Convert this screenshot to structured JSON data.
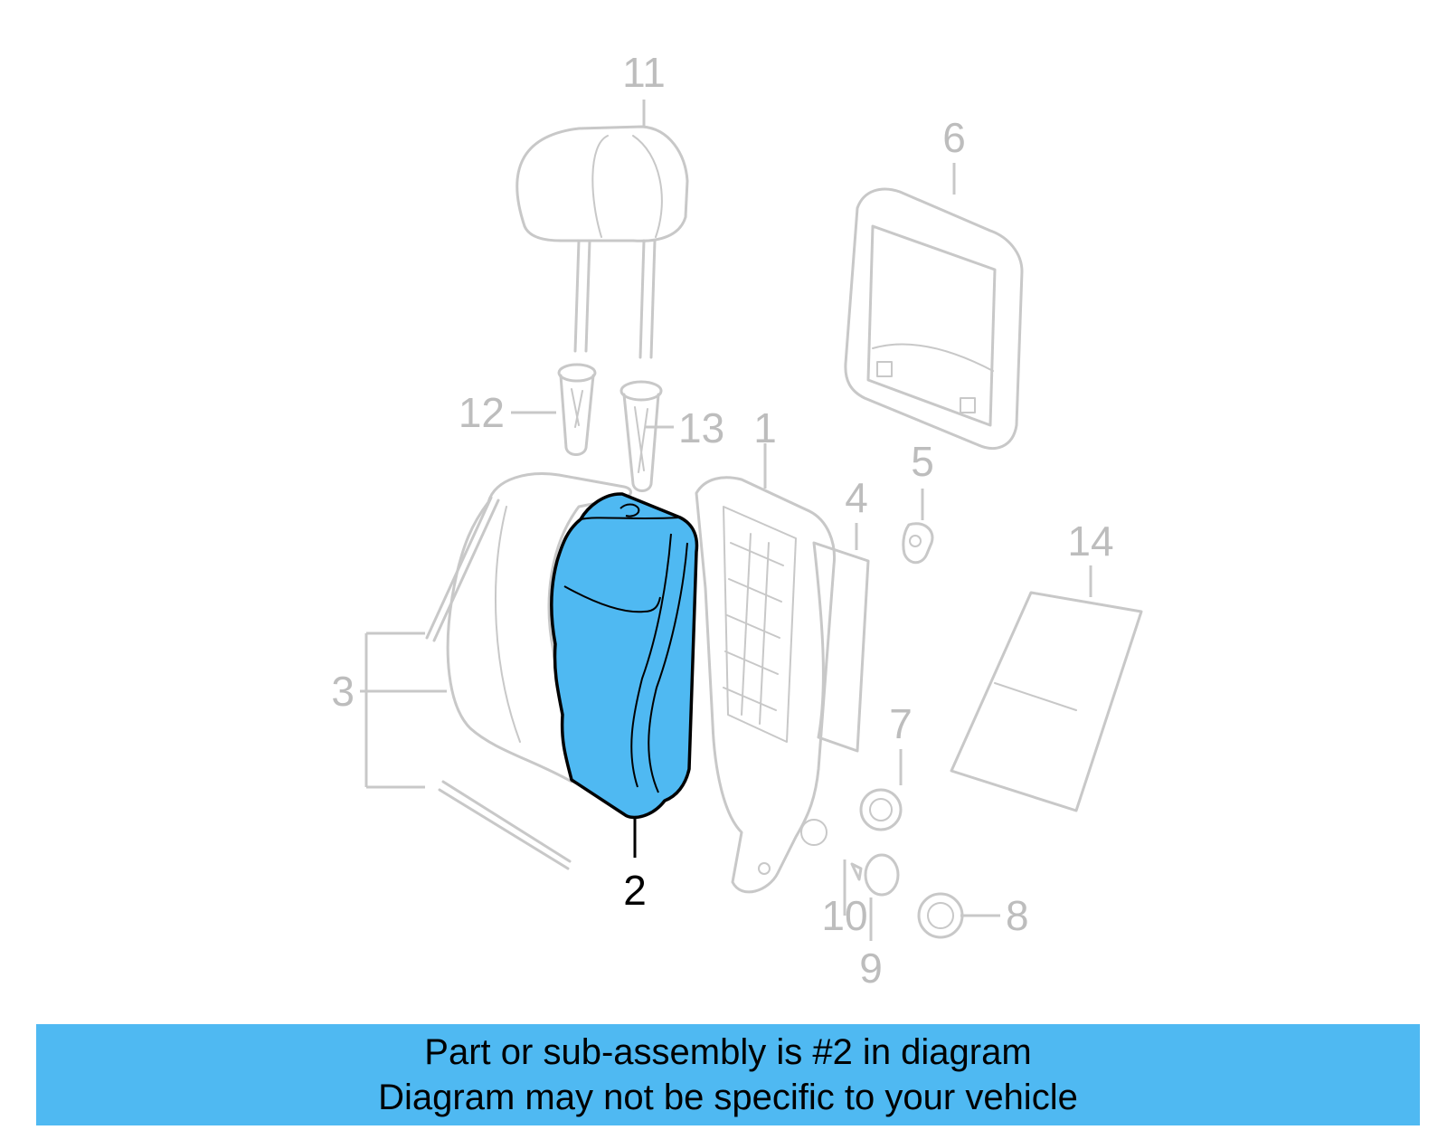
{
  "diagram": {
    "callouts": [
      {
        "label": "11",
        "active": false
      },
      {
        "label": "6",
        "active": false
      },
      {
        "label": "12",
        "active": false
      },
      {
        "label": "13",
        "active": false
      },
      {
        "label": "1",
        "active": false
      },
      {
        "label": "5",
        "active": false
      },
      {
        "label": "4",
        "active": false
      },
      {
        "label": "14",
        "active": false
      },
      {
        "label": "3",
        "active": false
      },
      {
        "label": "7",
        "active": false
      },
      {
        "label": "10",
        "active": false
      },
      {
        "label": "8",
        "active": false
      },
      {
        "label": "9",
        "active": false
      },
      {
        "label": "2",
        "active": true
      }
    ],
    "highlight_part": "2",
    "colors": {
      "highlight_fill": "#4fb9f2",
      "ghost_stroke": "#c8c8c8",
      "callout_text": "#bdbdbd",
      "banner_bg": "#4fb9f2"
    }
  },
  "banner": {
    "line1": "Part or sub-assembly is #2 in diagram",
    "line2": "Diagram may not be specific to your vehicle"
  }
}
